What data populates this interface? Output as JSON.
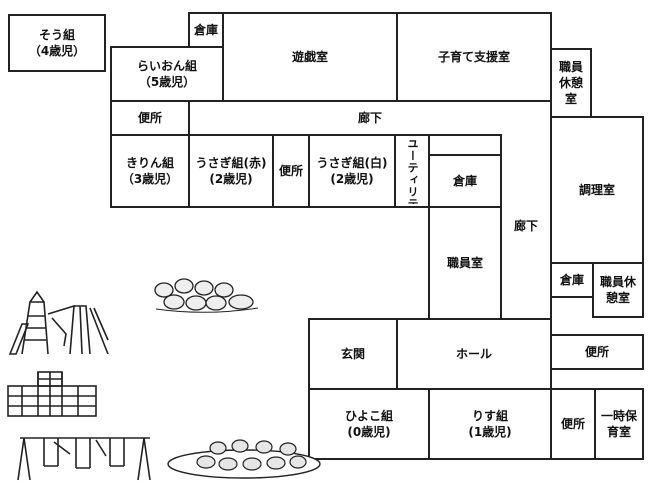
{
  "rooms": {
    "sou": {
      "name": "そう組",
      "age": "（4歳児）"
    },
    "souko_top": {
      "name": "倉庫"
    },
    "yugi": {
      "name": "遊戯室"
    },
    "kosodate": {
      "name": "子育て支援室"
    },
    "shokuin_kyukei_1": {
      "name": "職員休憩室"
    },
    "raion": {
      "name": "らいおん組",
      "age": "（5歳児）"
    },
    "benjo_1": {
      "name": "便所"
    },
    "rouka_1": {
      "name": "廊下"
    },
    "kirin": {
      "name": "きりん組",
      "age": "（3歳児）"
    },
    "usagi_aka": {
      "name": "うさぎ組(赤)",
      "age": "(2歳児)"
    },
    "benjo_2": {
      "name": "便所"
    },
    "usagi_shiro": {
      "name": "うさぎ組(白)",
      "age": "(2歳児)"
    },
    "utility": {
      "name": "ユーティリティ"
    },
    "souko_mid": {
      "name": "倉庫"
    },
    "chouri": {
      "name": "調理室"
    },
    "rouka_2": {
      "name": "廊下"
    },
    "shokuin": {
      "name": "職員室"
    },
    "souko_right": {
      "name": "倉庫"
    },
    "shokuin_kyukei_2": {
      "name": "職員休憩室"
    },
    "genkan": {
      "name": "玄関"
    },
    "hall": {
      "name": "ホール"
    },
    "benjo_3": {
      "name": "便所"
    },
    "hiyoko": {
      "name": "ひよこ組",
      "age": "(0歳児)"
    },
    "risu": {
      "name": "りす組",
      "age": "(1歳児)"
    },
    "benjo_4": {
      "name": "便所"
    },
    "ichiji": {
      "name": "一時保育室"
    }
  },
  "decorations": [
    "playground-slide-icon",
    "children-group-icon",
    "jungle-gym-icon",
    "swing-icon",
    "sandbox-children-icon"
  ]
}
